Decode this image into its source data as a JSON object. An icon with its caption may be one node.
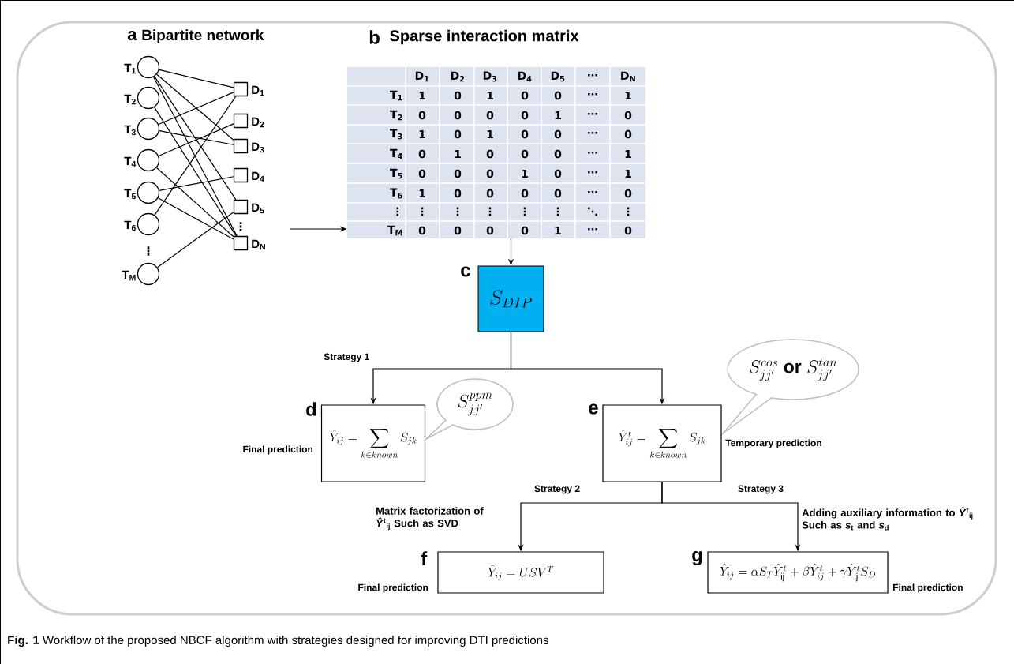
{
  "diagram": {
    "caption": "**Fig. 1** Workflow of the proposed NBCF algorithm with strategies designed for improving DTI predictions",
    "nodes": [
      {
        "text": [
          "T$_{1}$"
        ]
      },
      {
        "text": [
          "T$_{2}$"
        ]
      },
      {
        "text": [
          "T$_{3}$"
        ]
      },
      {
        "text": [
          "T$_{4}$"
        ]
      },
      {
        "text": [
          "T$_{5}$"
        ]
      },
      {
        "text": [
          "T$_{6}$"
        ]
      },
      {
        "text": [
          "T$_{M}$"
        ]
      },
      {
        "text": [
          "D$_{1}$"
        ]
      },
      {
        "text": [
          "D$_{2}$"
        ]
      },
      {
        "text": [
          "D$_{3}$"
        ]
      },
      {
        "text": [
          "D$_{4}$"
        ]
      },
      {
        "text": [
          "D$_{5}$"
        ]
      },
      {
        "text": [
          "D$_{N}$"
        ]
      },
      {
        "text": [
          "Sparse interaction matrix"
        ],
        "beside": [
          "b"
        ]
      },
      {
        "text": [
          "S_{DIP}"
        ],
        "beside": [
          "c"
        ]
      },
      {
        "text": [
          "\\hat{Y}_{ij}=\\sum_{k\\in known} S_{jk}"
        ],
        "beside": [
          "d",
          "Final prediction"
        ]
      },
      {
        "text": [
          "S^{ppm}_{jj'}"
        ]
      },
      {
        "text": [
          "S^{cos}_{jj'}\\ \\mbox{\\textbf{or}}\\ S^{tan}_{jj'}"
        ]
      },
      {
        "text": [
          "\\hat{Y}^{t}_{ij}=\\sum_{k\\in known} S_{jk}"
        ],
        "beside": [
          "e",
          "Temporary prediction"
        ]
      },
      {
        "text": [
          "\\hat{Y}_{ij}=USV^{T}"
        ],
        "beside": [
          "f",
          "Final prediction"
        ]
      },
      {
        "text": [
          "\\hat{Y}_{ij}=\\alpha S_{T}\\hat{Y}^{t}_{\\mathrm{ij}}+\\beta\\hat{Y}^{t}_{ij}+\\gamma\\hat{Y}^{t}_{\\mathrm{ij}}S_{D}"
        ],
        "beside": [
          "g",
          "Final prediction"
        ]
      }
    ],
    "edges": [
      {
        "from": 0,
        "to": 7,
        "arrow": "none"
      },
      {
        "from": 0,
        "to": 9,
        "arrow": "none"
      },
      {
        "from": 0,
        "to": 11,
        "arrow": "none"
      },
      {
        "from": 0,
        "to": 12,
        "arrow": "none"
      },
      {
        "from": 1,
        "to": 12,
        "arrow": "none"
      },
      {
        "from": 2,
        "to": 7,
        "arrow": "none"
      },
      {
        "from": 2,
        "to": 9,
        "arrow": "none"
      },
      {
        "from": 3,
        "to": 8,
        "arrow": "none"
      },
      {
        "from": 3,
        "to": 12,
        "arrow": "none"
      },
      {
        "from": 4,
        "to": 10,
        "arrow": "none"
      },
      {
        "from": 4,
        "to": 12,
        "arrow": "none"
      },
      {
        "from": 5,
        "to": 7,
        "arrow": "none"
      },
      {
        "from": 6,
        "to": 11,
        "arrow": "none"
      },
      {
        "from": null,
        "to": 13,
        "arrow": "to"
      },
      {
        "from": 13,
        "to": 14,
        "arrow": "to"
      },
      {
        "from": 14,
        "to": 15,
        "arrow": "to",
        "label": "Strategy 1"
      },
      {
        "from": 14,
        "to": 18,
        "arrow": "to"
      },
      {
        "from": 18,
        "to": 19,
        "arrow": "to",
        "label": "Strategy 2"
      },
      {
        "from": 18,
        "to": 20,
        "arrow": "to",
        "label": "Strategy 3"
      }
    ],
    "labels": [
      "a",
      "Bipartite network",
      "⋮",
      "⋮",
      "D$_{1}$",
      "D$_{2}$",
      "D$_{3}$",
      "D$_{4}$",
      "D$_{5}$",
      "⋯",
      "D$_{N}$",
      "T$_{1}$",
      "1",
      "0",
      "1",
      "0",
      "0",
      "⋯",
      "1",
      "T$_{2}$",
      "0",
      "0",
      "0",
      "0",
      "1",
      "⋯",
      "0",
      "T$_{3}$",
      "1",
      "0",
      "1",
      "0",
      "0",
      "⋯",
      "0",
      "T$_{4}$",
      "0",
      "1",
      "0",
      "0",
      "0",
      "⋯",
      "1",
      "T$_{5}$",
      "0",
      "0",
      "0",
      "1",
      "0",
      "⋯",
      "1",
      "T$_{6}$",
      "1",
      "0",
      "0",
      "0",
      "0",
      "⋯",
      "0",
      "⋮",
      "⋮",
      "⋮",
      "⋮",
      "⋮",
      "⋮",
      "⋱",
      "⋮",
      "T$_{M}$",
      "0",
      "0",
      "0",
      "0",
      "1",
      "⋯",
      "0",
      "Matrix factorization of *Ŷ*$^{t}$$_{ij}$ Such as SVD",
      "Adding auxiliary information to *Ŷ*$^{t}$$_{ij}$ Such as *s*$_{t}$ and *s*$_{d}$"
    ]
  }
}
